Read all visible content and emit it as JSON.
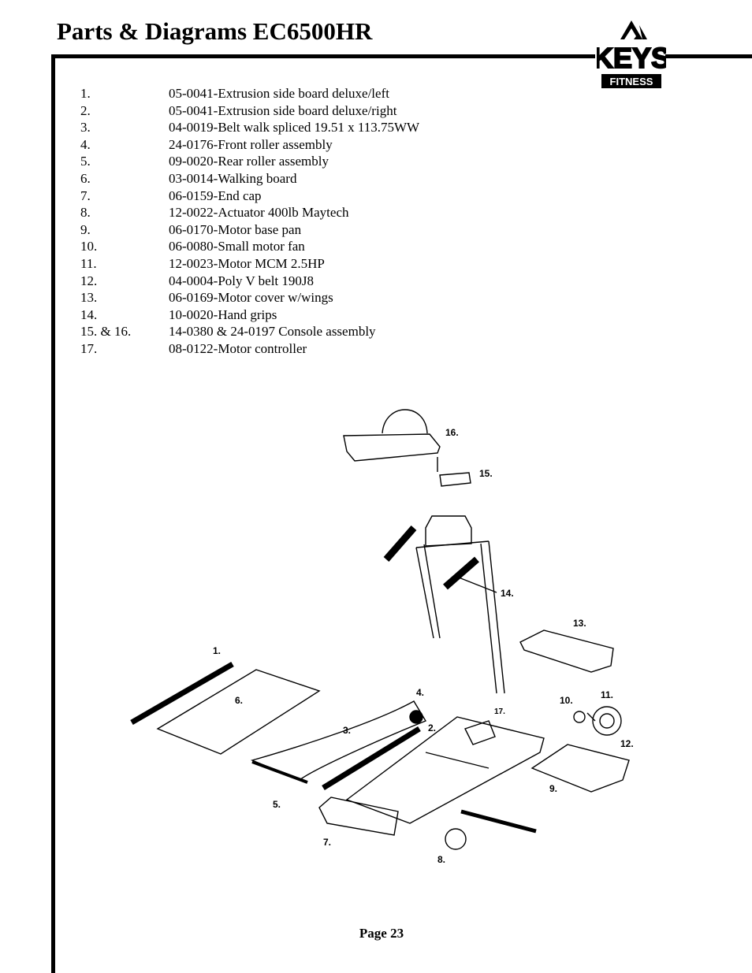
{
  "header": {
    "title": "Parts & Diagrams EC6500HR",
    "logo": {
      "brand": "KEYS",
      "tagline": "FITNESS"
    }
  },
  "parts": [
    {
      "num": "1.",
      "desc": "05-0041-Extrusion side board deluxe/left"
    },
    {
      "num": "2.",
      "desc": "05-0041-Extrusion side board deluxe/right"
    },
    {
      "num": "3.",
      "desc": "04-0019-Belt walk spliced 19.51 x 113.75WW"
    },
    {
      "num": "4.",
      "desc": "24-0176-Front roller assembly"
    },
    {
      "num": "5.",
      "desc": "09-0020-Rear roller assembly"
    },
    {
      "num": "6.",
      "desc": "03-0014-Walking board"
    },
    {
      "num": "7.",
      "desc": "06-0159-End cap"
    },
    {
      "num": "8.",
      "desc": "12-0022-Actuator 400lb Maytech"
    },
    {
      "num": "9.",
      "desc": "06-0170-Motor base pan"
    },
    {
      "num": "10.",
      "desc": "06-0080-Small motor fan"
    },
    {
      "num": "11.",
      "desc": "12-0023-Motor MCM 2.5HP"
    },
    {
      "num": "12.",
      "desc": "04-0004-Poly V belt 190J8"
    },
    {
      "num": "13.",
      "desc": "06-0169-Motor cover w/wings"
    },
    {
      "num": "14.",
      "desc": "10-0020-Hand grips"
    },
    {
      "num": "15. & 16.",
      "desc": "14-0380 & 24-0197 Console assembly"
    },
    {
      "num": "17.",
      "desc": "08-0122-Motor controller"
    }
  ],
  "diagram": {
    "labels": [
      "1.",
      "2.",
      "3.",
      "4.",
      "5.",
      "6.",
      "7.",
      "8.",
      "9.",
      "10.",
      "11.",
      "12.",
      "13.",
      "14.",
      "15.",
      "16.",
      "17."
    ]
  },
  "footer": {
    "page": "Page 23"
  }
}
